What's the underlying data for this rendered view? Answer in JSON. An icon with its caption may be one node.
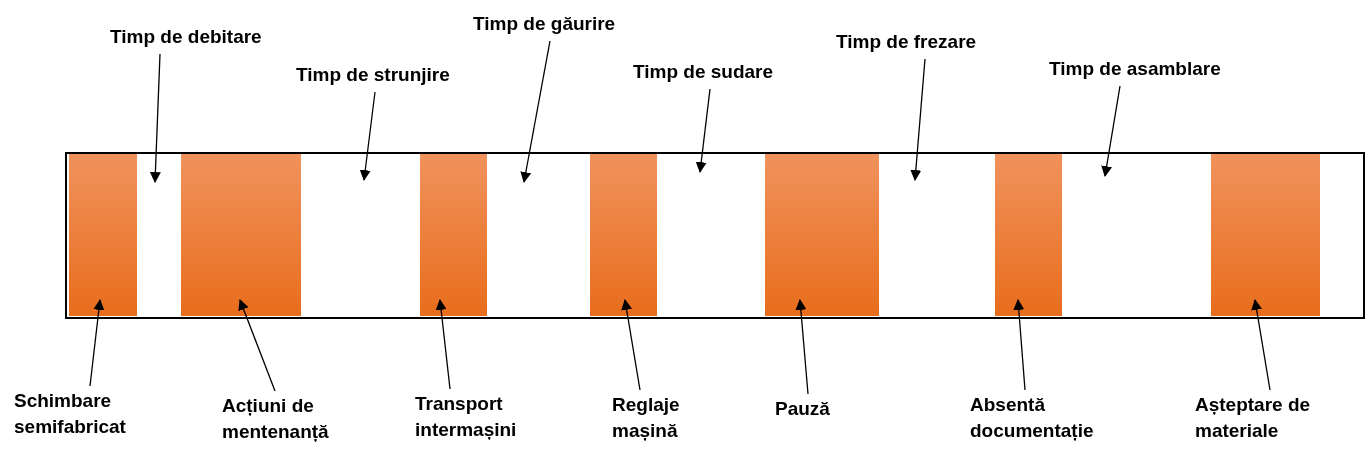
{
  "diagram": {
    "nodes": [
      {
        "text": [],
        "shape": "box"
      },
      {
        "text": [],
        "shape": "bar",
        "in": 0
      },
      {
        "text": [],
        "shape": "bar",
        "in": 0
      },
      {
        "text": [],
        "shape": "bar",
        "in": 0
      },
      {
        "text": [],
        "shape": "bar",
        "in": 0
      },
      {
        "text": [],
        "shape": "bar",
        "in": 0
      },
      {
        "text": [],
        "shape": "bar",
        "in": 0
      },
      {
        "text": [],
        "shape": "bar",
        "in": 0
      },
      {
        "text": [
          "Timp de debitare"
        ]
      },
      {
        "text": [
          "Timp de strunjire"
        ]
      },
      {
        "text": [
          "Timp de găurire"
        ]
      },
      {
        "text": [
          "Timp de sudare"
        ]
      },
      {
        "text": [
          "Timp de frezare"
        ]
      },
      {
        "text": [
          "Timp de asamblare"
        ]
      },
      {
        "text": [
          "Schimbare semifabricat"
        ]
      },
      {
        "text": [
          "Acțiuni de mentenanță"
        ]
      },
      {
        "text": [
          "Transport intermașini"
        ]
      },
      {
        "text": [
          "Reglaje mașină"
        ]
      },
      {
        "text": [
          "Pauză"
        ]
      },
      {
        "text": [
          "Absentă documentație"
        ]
      },
      {
        "text": [
          "Așteptare de materiale"
        ]
      }
    ],
    "edges": [
      {
        "from": 8,
        "to": 0,
        "arrow": "to"
      },
      {
        "from": 9,
        "to": 0,
        "arrow": "to"
      },
      {
        "from": 10,
        "to": 0,
        "arrow": "to"
      },
      {
        "from": 11,
        "to": 0,
        "arrow": "to"
      },
      {
        "from": 12,
        "to": 0,
        "arrow": "to"
      },
      {
        "from": 13,
        "to": 0,
        "arrow": "to"
      },
      {
        "from": 14,
        "to": 1,
        "arrow": "to"
      },
      {
        "from": 15,
        "to": 2,
        "arrow": "to"
      },
      {
        "from": 16,
        "to": 3,
        "arrow": "to"
      },
      {
        "from": 17,
        "to": 4,
        "arrow": "to"
      },
      {
        "from": 18,
        "to": 5,
        "arrow": "to"
      },
      {
        "from": 19,
        "to": 6,
        "arrow": "to"
      },
      {
        "from": 20,
        "to": 7,
        "arrow": "to"
      }
    ]
  }
}
